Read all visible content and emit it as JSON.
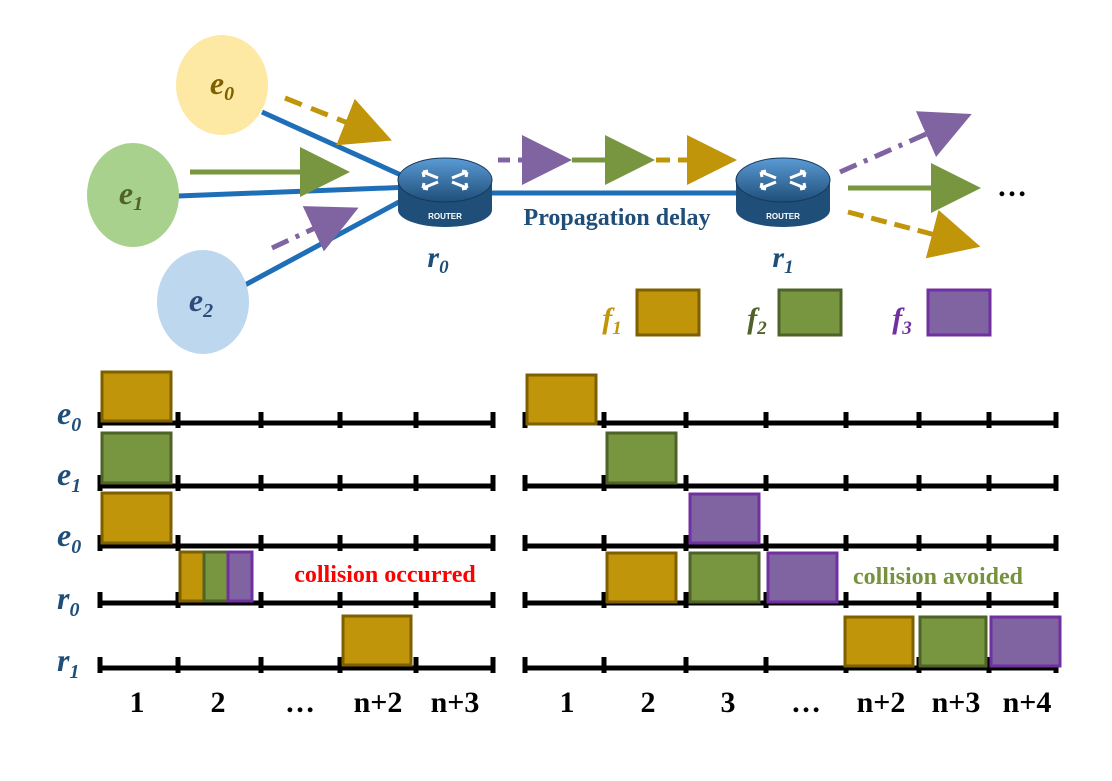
{
  "colors": {
    "f1": "#c1950a",
    "f1_stroke": "#7f6000",
    "f2": "#77963f",
    "f2_stroke": "#4f6228",
    "f3": "#8064a2",
    "f3_stroke": "#7030a0",
    "link": "#1f6fb8",
    "label": "#1f4e79",
    "collision": "#ff0000",
    "avoided": "#76923c"
  },
  "nodes": {
    "e0": {
      "base": "e",
      "sub": "0"
    },
    "e1": {
      "base": "e",
      "sub": "1"
    },
    "e2": {
      "base": "e",
      "sub": "2"
    },
    "r0": {
      "base": "r",
      "sub": "0",
      "caption": "ROUTER"
    },
    "r1": {
      "base": "r",
      "sub": "1",
      "caption": "ROUTER"
    }
  },
  "link_label": "Propagation delay",
  "continuation": "…",
  "legend": [
    {
      "base": "f",
      "sub": "1"
    },
    {
      "base": "f",
      "sub": "2"
    },
    {
      "base": "f",
      "sub": "3"
    }
  ],
  "timeline_rows": [
    {
      "base": "e",
      "sub": "0"
    },
    {
      "base": "e",
      "sub": "1"
    },
    {
      "base": "e",
      "sub": "0"
    },
    {
      "base": "r",
      "sub": "0"
    },
    {
      "base": "r",
      "sub": "1"
    }
  ],
  "left_panel": {
    "note": "collision occurred",
    "slot_labels": [
      "1",
      "2",
      "…",
      "n+2",
      "n+3"
    ]
  },
  "right_panel": {
    "note": "collision avoided",
    "slot_labels": [
      "1",
      "2",
      "3",
      "…",
      "n+2",
      "n+3",
      "n+4"
    ]
  }
}
